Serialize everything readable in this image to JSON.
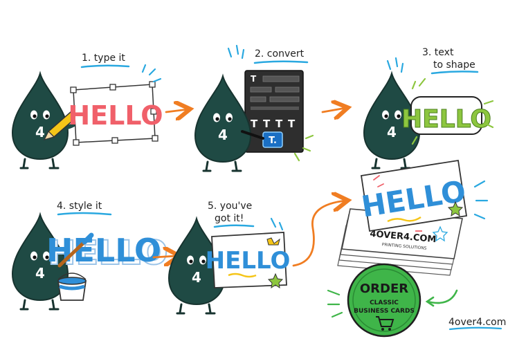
{
  "steps": [
    {
      "label": "1. type it"
    },
    {
      "label": "2. convert"
    },
    {
      "label": "3. text",
      "label2": "to shape"
    },
    {
      "label": "4. style it"
    },
    {
      "label": "5. you've",
      "label2": "got it!"
    }
  ],
  "mascot": {
    "badge": "4",
    "icon": "ink-drop-mascot-icon"
  },
  "hello_word": "HELLO",
  "toolbar": {
    "tool_letter": "T",
    "selected_tool": "T."
  },
  "brand": {
    "card_name": "4OVER4.COM",
    "card_tagline": "PRINTING SOLUTIONS",
    "footer": "4over4.com"
  },
  "order_button": {
    "title": "ORDER",
    "line1": "CLASSIC",
    "line2": "BUSINESS CARDS",
    "icon": "cart-icon"
  },
  "colors": {
    "mascot": "#1f4a44",
    "hello_red": "#f0606a",
    "hello_green": "#8dc63f",
    "hello_blue": "#2f8fd8",
    "arrow": "#f07d22",
    "order": "#3fb549",
    "accent_yellow": "#f5c518",
    "accent_blue": "#29a8e0"
  }
}
